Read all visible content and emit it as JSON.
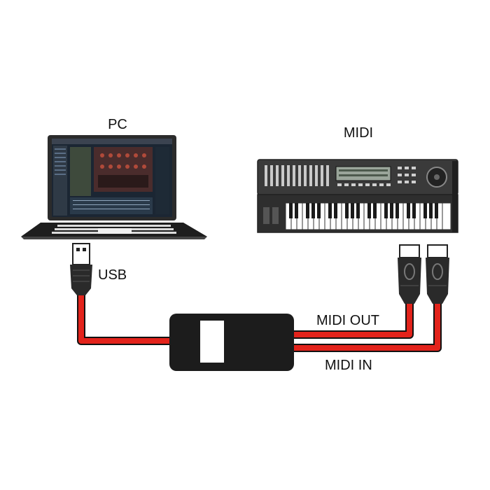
{
  "labels": {
    "pc": "PC",
    "midi": "MIDI",
    "usb": "USB",
    "midi_out": "MIDI OUT",
    "midi_in": "MIDI IN"
  },
  "colors": {
    "cable": "#e3231b",
    "cable_dark": "#1a1a1a",
    "adapter_body": "#1c1c1c",
    "adapter_window": "#ffffff",
    "laptop_body": "#2b2b2b",
    "keyboard_body": "#3a3a3a"
  },
  "icons": [
    "laptop-icon",
    "midi-keyboard-icon",
    "usb-plug-icon",
    "midi-din-plug-icon",
    "adapter-box-icon"
  ]
}
